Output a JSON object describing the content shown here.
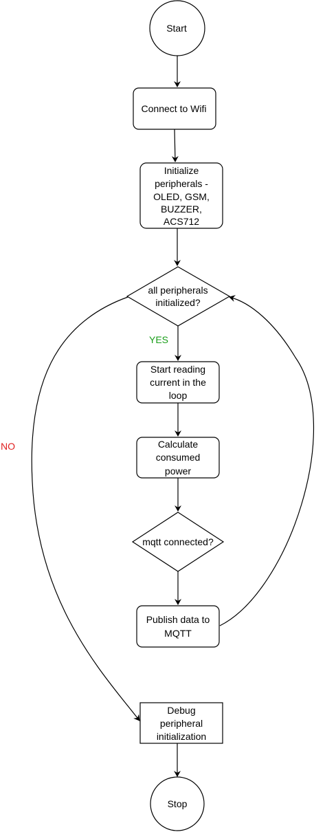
{
  "nodes": {
    "start": {
      "text": "Start"
    },
    "connect_wifi": {
      "text": "Connect to Wifi"
    },
    "init_peripherals": {
      "lines": [
        "Initialize",
        "peripherals -",
        "OLED, GSM,",
        "BUZZER,",
        "ACS712"
      ]
    },
    "check_init": {
      "lines": [
        "all peripherals",
        "initialized?"
      ]
    },
    "start_reading": {
      "lines": [
        "Start reading",
        "current in the",
        "loop"
      ]
    },
    "calc_power": {
      "lines": [
        "Calculate",
        "consumed",
        "power"
      ]
    },
    "check_mqtt": {
      "text": "mqtt connected?"
    },
    "publish": {
      "lines": [
        "Publish data to",
        "MQTT"
      ]
    },
    "debug": {
      "lines": [
        "Debug",
        "peripheral",
        "initialization"
      ]
    },
    "stop": {
      "text": "Stop"
    }
  },
  "edge_labels": {
    "yes": "YES",
    "no": "NO"
  },
  "colors": {
    "yes": "#1a9e1a",
    "no": "#e02020",
    "stroke": "#000000"
  }
}
